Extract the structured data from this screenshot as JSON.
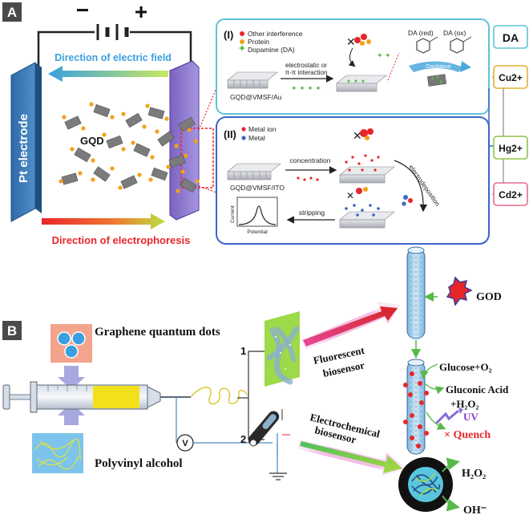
{
  "panel_a": {
    "label": "A",
    "battery_minus": "−",
    "battery_plus": "+",
    "electric_field": "Direction of electric field",
    "electrophoresis": "Direction of electrophoresis",
    "pt_electrode": "Pt electrode",
    "gqd": "GQD",
    "box1": {
      "title": "(I)",
      "legend": [
        "Other interference",
        "Protein",
        "Dopamine (DA)"
      ],
      "arrow_label_1": "electrostatic or",
      "arrow_label_2": "π-π interaction",
      "substrate": "GQD@VMSF/Au",
      "da_red": "DA (red)",
      "da_ox": "DA (ox)",
      "oxidation": "Oxidation"
    },
    "box2": {
      "title": "(II)",
      "legend": [
        "Metal ion",
        "Metal"
      ],
      "substrate": "GQD@VMSF/ITO",
      "concentration": "concentration",
      "electrodeposition": "electrodeposition",
      "stripping": "stripping",
      "plot_y": "Current",
      "plot_x": "Potential"
    },
    "analytes": [
      "DA",
      "Cu2+",
      "Hg2+",
      "Cd2+"
    ]
  },
  "panel_b": {
    "label": "B",
    "gqd_label": "Graphene quantum dots",
    "pva_label": "Polyvinyl alcohol",
    "voltmeter": "V",
    "branch_1": "1",
    "branch_2": "2",
    "fluorescent_1": "Fluorescent",
    "fluorescent_2": "biosensor",
    "electrochemical_1": "Electrochemical",
    "electrochemical_2": "biosensor",
    "god": "GOD",
    "glucose": "Glucose+O₂",
    "gluconic": "Gluconic Acid",
    "h2o2_product": "+H₂O₂",
    "uv": "UV",
    "quench": "× Quench",
    "h2o2": "H₂O₂",
    "oh": "OH⁻"
  },
  "colors": {
    "field_arrow": "#4aa7dd",
    "electrophoresis_arrow": "#e8262a",
    "electrode_purple": "#8070c8",
    "box1_border": "#5ec3d6",
    "box2_border": "#3a66c8",
    "cu_border": "#e0b030",
    "hg_border": "#8dc44a",
    "cd_border": "#e86a8a",
    "quench": "#e8262a",
    "green_panel": "#9ed94a"
  }
}
